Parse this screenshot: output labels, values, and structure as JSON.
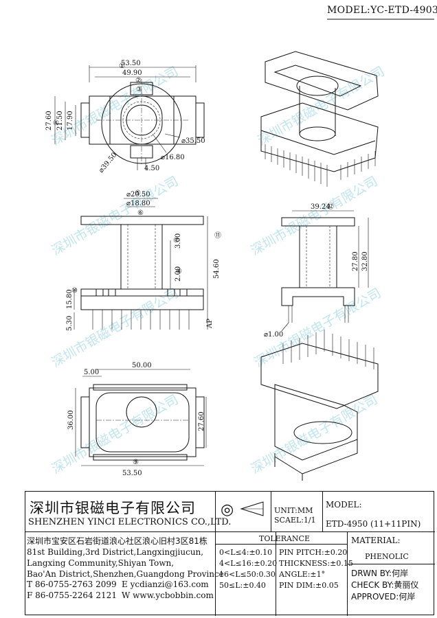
{
  "model_label": "MODEL:YC-ETD-4903",
  "watermark": "深圳市银磁电子有限公司",
  "dimensions": {
    "top_view": [
      "53.50",
      "49.90",
      "27.60",
      "21.50",
      "17.90",
      "⌀35.50",
      "⌀16.80",
      "⌀39.50",
      "4.50"
    ],
    "front_view": [
      "⌀20.50",
      "⌀18.80",
      "3.00",
      "2.00",
      "54.60",
      "15.80",
      "5.30",
      "AP"
    ],
    "side_view": [
      "39.24",
      "27.80",
      "32.80",
      "⌀1.00"
    ],
    "bottom_view": [
      "50.00",
      "5.00",
      "36.00",
      "27.60",
      "53.50"
    ],
    "balloons": [
      "①",
      "②",
      "③",
      "④",
      "⑤",
      "⑥",
      "⑦",
      "⑧",
      "⑨",
      "⑩",
      "⑪",
      "⑫"
    ]
  },
  "company": {
    "name_cn": "深圳市银磁电子有限公司",
    "name_en": "SHENZHEN YINCI ELECTRONICS CO.,LTD.",
    "addr_cn": "深圳市宝安区石岩街道浪心社区浪心旧村3区81栋",
    "addr_en": [
      "81st Building,3rd District,Langxingjiucun,",
      "Langxing Community,Shiyan Town,",
      "Bao'An District,Shenzhen,Guangdong Province"
    ],
    "tel": "T 86-0755-2763 2099",
    "email": "E ycdianzi@163.com",
    "fax": "F 86-0755-2264 2121",
    "web": "W www.ycbobbin.com"
  },
  "unit": "UNIT:MM",
  "scale": "SCAEL:1/1",
  "model_box": {
    "label": "MODEL:",
    "value": "ETD-4950 (11+11PIN)"
  },
  "tolerance": {
    "title": "TOLERANCE",
    "left": [
      "0<L≤4:±0.10",
      "4<L≤16:±0.20",
      "16<L≤50:0.30",
      "50≤L:±0.40"
    ],
    "right": [
      "PIN PITCH:±0.20",
      "THICKNESS:±0.15",
      "ANGLE:±1°",
      "PIN DIM:±0.05"
    ]
  },
  "material": {
    "label": "MATERIAL:",
    "value": "PHENOLIC"
  },
  "approvals": [
    "DRWN BY:何岸",
    "CHECK BY:黄丽仪",
    "APPROVED:何岸"
  ]
}
